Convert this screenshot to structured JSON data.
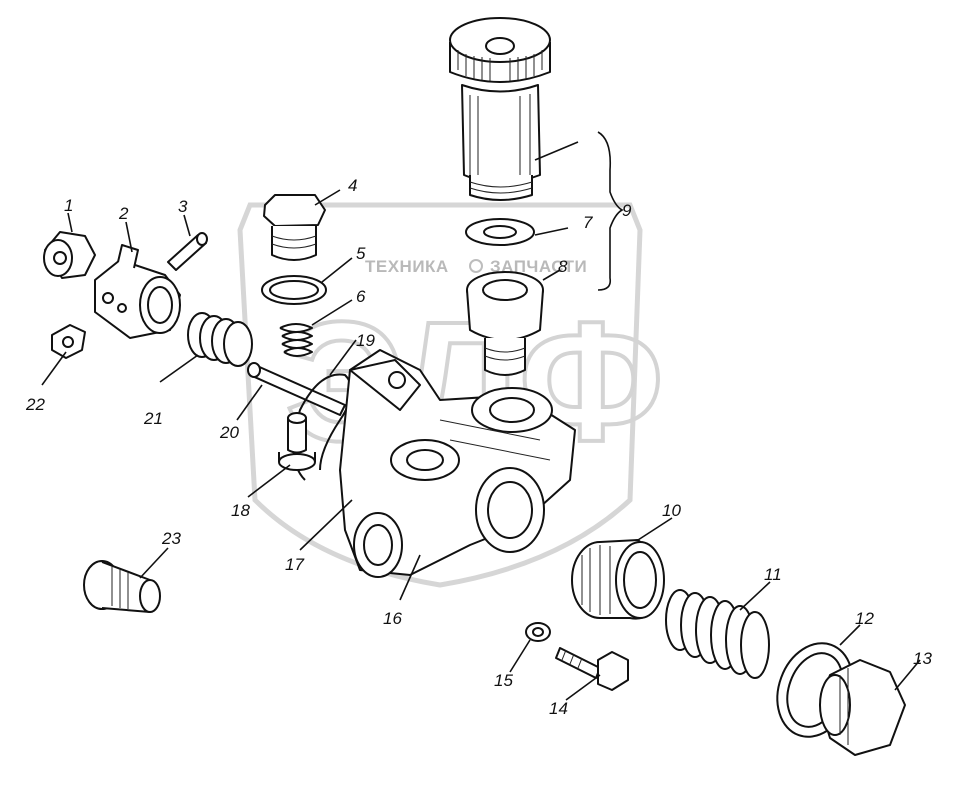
{
  "watermark": {
    "left_text": "ТЕХНИКА",
    "right_text": "ЗАПЧАСТИ",
    "logo": "ЭЛФ",
    "color": "#c8c8c8"
  },
  "callouts": {
    "n1": "1",
    "n2": "2",
    "n3": "3",
    "n4": "4",
    "n5": "5",
    "n6": "6",
    "n7": "7",
    "n8": "8",
    "n9": "9",
    "n10": "10",
    "n11": "11",
    "n12": "12",
    "n13": "13",
    "n14": "14",
    "n15": "15",
    "n16": "16",
    "n17": "17",
    "n18": "18",
    "n19": "19",
    "n20": "20",
    "n21": "21",
    "n22": "22",
    "n23": "23"
  },
  "line_color": "#111111"
}
